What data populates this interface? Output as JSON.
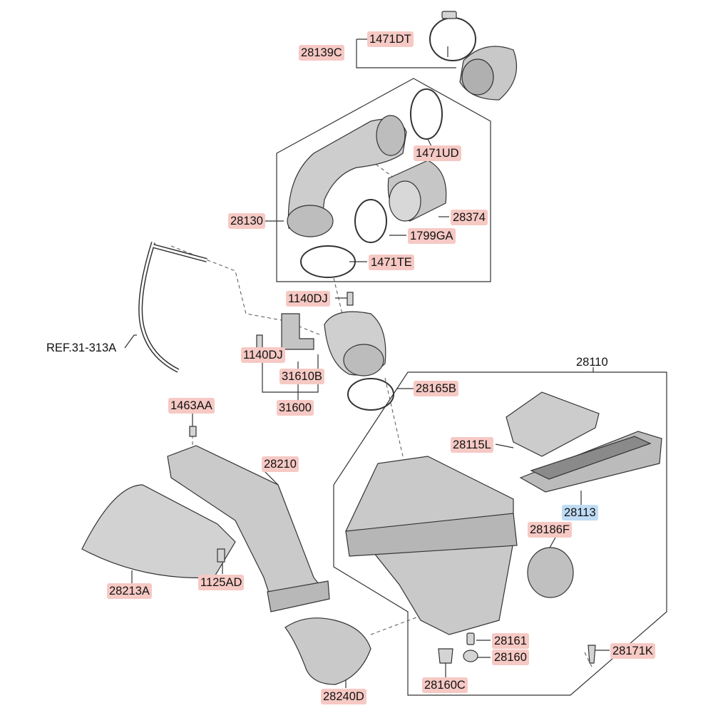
{
  "colors": {
    "label_highlight": "#f6c9c4",
    "selected_highlight": "#bfdcf5",
    "part_fill": "#cfcfcf",
    "line": "#333333"
  },
  "labels": {
    "p28139C": "28139C",
    "p1471DT": "1471DT",
    "p1471UD": "1471UD",
    "p28130": "28130",
    "p28374": "28374",
    "p1799GA": "1799GA",
    "p1471TE": "1471TE",
    "p1140DJ_a": "1140DJ",
    "p1140DJ_b": "1140DJ",
    "ref": "REF.31-313A",
    "p31610B": "31610B",
    "p31600": "31600",
    "p28165B": "28165B",
    "p28110": "28110",
    "p1463AA": "1463AA",
    "p28210": "28210",
    "p28115L": "28115L",
    "p28113": "28113",
    "p28186F": "28186F",
    "p28213A": "28213A",
    "p1125AD": "1125AD",
    "p28161": "28161",
    "p28160": "28160",
    "p28171K": "28171K",
    "p28160C": "28160C",
    "p28240D": "28240D"
  }
}
